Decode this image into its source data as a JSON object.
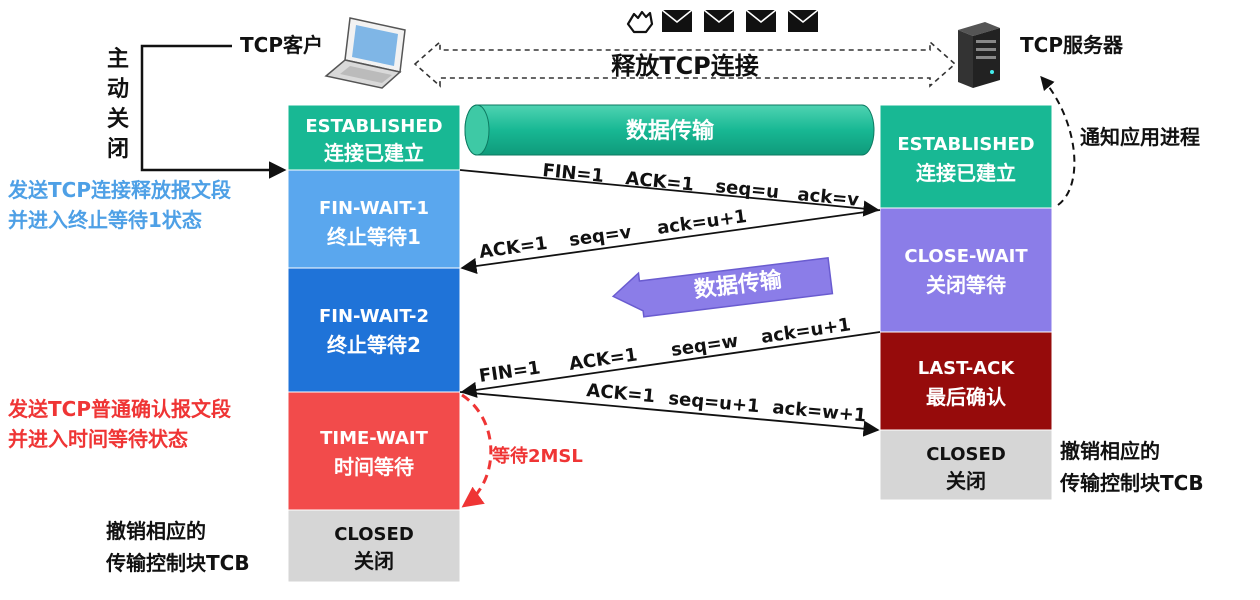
{
  "colors": {
    "established": "#18b894",
    "fin_wait_1": "#5aa7ee",
    "fin_wait_2": "#1f73d8",
    "time_wait": "#f24b4b",
    "closed": "#d6d6d6",
    "close_wait": "#8b7de8",
    "last_ack": "#960b0b",
    "blue_text": "#4ea0e6",
    "red_text": "#ef3535",
    "tube": "#18b894",
    "purple_arrow": "#8b7de8"
  },
  "top": {
    "release_label": "释放TCP连接"
  },
  "client": {
    "label": "TCP客户",
    "active_close": [
      "主",
      "动",
      "关",
      "闭"
    ],
    "states": [
      {
        "en": "ESTABLISHED",
        "zh": "连接已建立"
      },
      {
        "en": "FIN-WAIT-1",
        "zh": "终止等待1"
      },
      {
        "en": "FIN-WAIT-2",
        "zh": "终止等待2"
      },
      {
        "en": "TIME-WAIT",
        "zh": "时间等待"
      },
      {
        "en": "CLOSED",
        "zh": "关闭"
      }
    ],
    "note_send_fin": [
      "发送TCP连接释放报文段",
      "并进入终止等待1状态"
    ],
    "note_send_ack": [
      "发送TCP普通确认报文段",
      "并进入时间等待状态"
    ],
    "note_revoke": [
      "撤销相应的",
      "传输控制块TCB"
    ],
    "wait_label": "等待2MSL"
  },
  "server": {
    "label": "TCP服务器",
    "states": [
      {
        "en": "ESTABLISHED",
        "zh": "连接已建立"
      },
      {
        "en": "CLOSE-WAIT",
        "zh": "关闭等待"
      },
      {
        "en": "LAST-ACK",
        "zh": "最后确认"
      },
      {
        "en": "CLOSED",
        "zh": "关闭"
      }
    ],
    "notify_app": "通知应用进程",
    "note_revoke": [
      "撤销相应的",
      "传输控制块TCB"
    ]
  },
  "data_transfer": "数据传输",
  "data_transfer_2": "数据传输",
  "segments": [
    {
      "fields": [
        "FIN=1",
        "ACK=1",
        "seq=u",
        "ack=v"
      ]
    },
    {
      "fields": [
        "ACK=1",
        "seq=v",
        "ack=u+1"
      ]
    },
    {
      "fields": [
        "FIN=1",
        "ACK=1",
        "seq=w",
        "ack=u+1"
      ]
    },
    {
      "fields": [
        "ACK=1",
        "seq=u+1",
        "ack=w+1"
      ]
    }
  ]
}
